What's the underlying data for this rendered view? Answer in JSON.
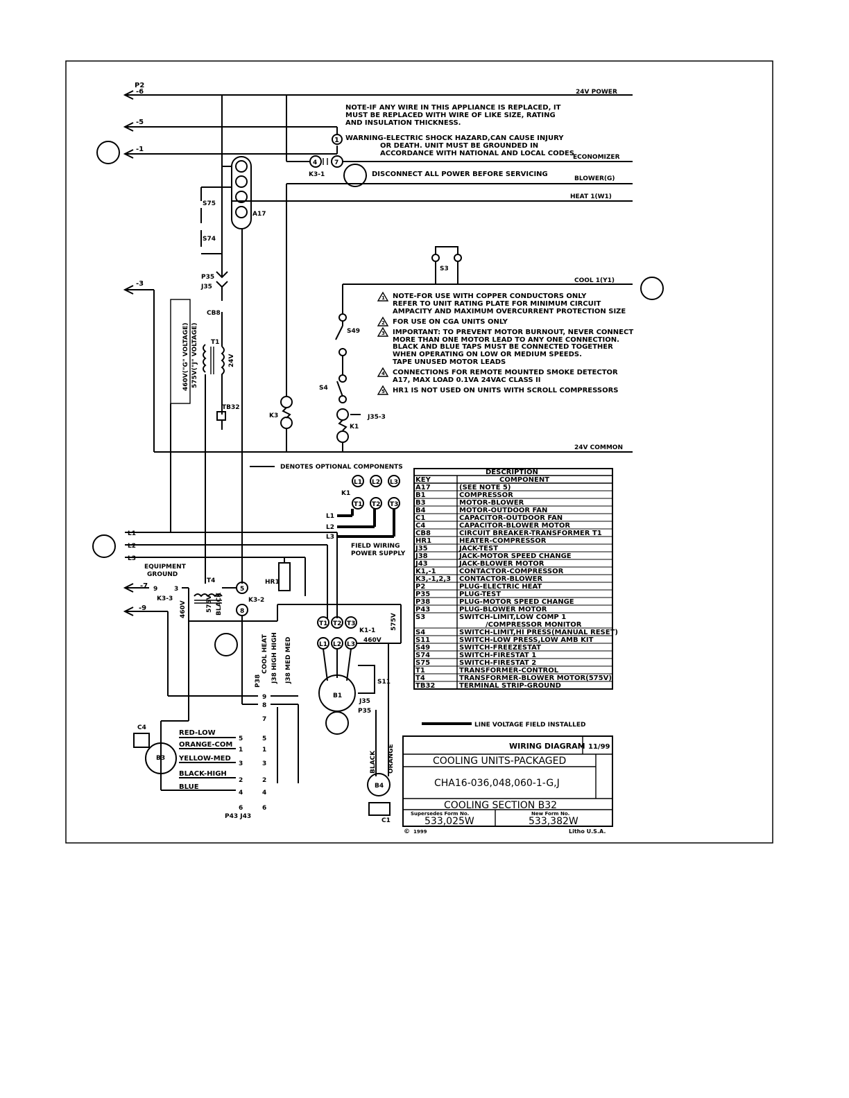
{
  "labels": {
    "p2": "P2",
    "p2_6": "-6",
    "p2_5": "-5",
    "p2_1": "-1",
    "p2_3": "-3",
    "p2_7": "-7",
    "p2_9": "-9",
    "power_24v": "24V POWER",
    "economizer": "ECONOMIZER",
    "blower": "BLOWER(G)",
    "heat1": "HEAT 1(W1)",
    "cool1": "COOL 1(Y1)",
    "common_24v": "24V COMMON",
    "k3_1": "K3-1",
    "k3_1_t4": "4",
    "k3_1_t7": "7",
    "a17": "A17",
    "s75": "S75",
    "s74": "S74",
    "p35": "P35",
    "j35": "J35",
    "cb8": "CB8",
    "t1": "T1",
    "v24": "24V",
    "voltage_460": "460V(\"G\" VOLTAGE)",
    "voltage_575": "575V(\"J\" VOLTAGE)",
    "tb32": "TB32",
    "k3": "K3",
    "s3": "S3",
    "s49": "S49",
    "s4": "S4",
    "k1": "K1",
    "j35_3": "J35-3",
    "optional": "DENOTES OPTIONAL COMPONENTS",
    "l1": "L1",
    "l2": "L2",
    "l3": "L3",
    "equipment_ground": "EQUIPMENT",
    "ground": "GROUND",
    "field_wiring": "FIELD WIRING",
    "power_supply": "POWER SUPPLY",
    "hr1": "HR1",
    "t4": "T4",
    "k3_3": "K3-3",
    "k3_2": "K3-2",
    "t9": "9",
    "t3": "3",
    "t5": "5",
    "t8": "8",
    "v460": "460V",
    "v575": "575V",
    "black": "BLACK",
    "k1_1": "K1-1",
    "v460b": "460V",
    "v575b": "575V",
    "b1": "B1",
    "s11": "S11",
    "j35b": "J35",
    "p35b": "P35",
    "t1c": "T1",
    "t2c": "T2",
    "t3c": "T3",
    "l1c": "L1",
    "l2c": "L2",
    "l3c": "L3",
    "k1b": "K1",
    "cool_heat": "COOL HEAT",
    "j38_high_high": "J38 HIGH HIGH",
    "j38_med_med": "J38 MED MED",
    "p38": "P38",
    "c4": "C4",
    "b3": "B3",
    "red_low": "RED-LOW",
    "orange_com": "ORANGE-COM",
    "yellow_med": "YELLOW-MED",
    "black_high": "BLACK-HIGH",
    "blue": "BLUE",
    "p43_j43": "P43 J43",
    "b4": "B4",
    "c1": "C1",
    "black_wire": "BLACK",
    "orange_wire": "ORANGE",
    "line_voltage": "LINE VOLTAGE FIELD INSTALLED"
  },
  "pins": {
    "p38_9": "9",
    "p38_8": "8",
    "p38_7": "7",
    "p38_5": "5",
    "p38_1": "1",
    "p38_3": "3",
    "p38_2": "2",
    "p38_4": "4",
    "p38_6": "6",
    "j_9": "9",
    "j_8": "8",
    "j_7": "7",
    "j_5": "5",
    "j_1": "1",
    "j_3": "3",
    "j_2": "2",
    "j_4": "4",
    "j_6": "6"
  },
  "notes": {
    "n1_l1": "NOTE-IF ANY WIRE IN THIS APPLIANCE IS REPLACED, IT",
    "n1_l2": "MUST BE REPLACED WITH WIRE OF LIKE SIZE, RATING",
    "n1_l3": "AND INSULATION THICKNESS.",
    "n2_l1": "WARNING-ELECTRIC SHOCK HAZARD,CAN CAUSE INJURY",
    "n2_l2": "OR DEATH. UNIT MUST BE GROUNDED IN",
    "n2_l3": "ACCORDANCE WITH NATIONAL AND LOCAL CODES",
    "n3": "DISCONNECT ALL POWER BEFORE SERVICING",
    "w1_l1": "NOTE-FOR USE WITH COPPER CONDUCTORS ONLY",
    "w1_l2": "REFER TO UNIT RATING PLATE FOR MINIMUM CIRCUIT",
    "w1_l3": "AMPACITY AND MAXIMUM OVERCURRENT PROTECTION SIZE",
    "w2": "FOR USE ON CGA UNITS ONLY",
    "w3_l1": "IMPORTANT: TO PREVENT MOTOR BURNOUT, NEVER CONNECT",
    "w3_l2": "MORE THAN ONE MOTOR LEAD TO ANY ONE CONNECTION.",
    "w3_l3": "BLACK AND BLUE TAPS MUST BE CONNECTED TOGETHER",
    "w3_l4": "WHEN OPERATING ON LOW OR MEDIUM SPEEDS.",
    "w3_l5": "TAPE UNUSED MOTOR LEADS",
    "w4_l1": "CONNECTIONS FOR REMOTE MOUNTED SMOKE DETECTOR",
    "w4_l2": "A17, MAX LOAD 0.1VA 24VAC CLASS II",
    "w5": "HR1 IS NOT USED ON UNITS WITH SCROLL COMPRESSORS"
  },
  "warning_numbers": {
    "n1": "1",
    "n2": "2",
    "n3": "3",
    "n4": "4",
    "n5": "5"
  },
  "component_table": {
    "title": "DESCRIPTION",
    "col_key": "KEY",
    "col_component": "COMPONENT",
    "rows": [
      {
        "key": "A17",
        "component": "(SEE NOTE 5)"
      },
      {
        "key": "B1",
        "component": "COMPRESSOR"
      },
      {
        "key": "B3",
        "component": "MOTOR-BLOWER"
      },
      {
        "key": "B4",
        "component": "MOTOR-OUTDOOR FAN"
      },
      {
        "key": "C1",
        "component": "CAPACITOR-OUTDOOR FAN"
      },
      {
        "key": "C4",
        "component": "CAPACITOR-BLOWER MOTOR"
      },
      {
        "key": "CB8",
        "component": "CIRCUIT BREAKER-TRANSFORMER T1"
      },
      {
        "key": "HR1",
        "component": "HEATER-COMPRESSOR"
      },
      {
        "key": "J35",
        "component": "JACK-TEST"
      },
      {
        "key": "J38",
        "component": "JACK-MOTOR SPEED CHANGE"
      },
      {
        "key": "J43",
        "component": "JACK-BLOWER MOTOR"
      },
      {
        "key": "K1,-1",
        "component": "CONTACTOR-COMPRESSOR"
      },
      {
        "key": "K3,-1,2,3",
        "component": "CONTACTOR-BLOWER"
      },
      {
        "key": "P2",
        "component": "PLUG-ELECTRIC HEAT"
      },
      {
        "key": "P35",
        "component": "PLUG-TEST"
      },
      {
        "key": "P38",
        "component": "PLUG-MOTOR SPEED CHANGE"
      },
      {
        "key": "P43",
        "component": "PLUG-BLOWER MOTOR"
      },
      {
        "key": "S3",
        "component": "SWITCH-LIMIT,LOW COMP 1",
        "component2": "/COMPRESSOR MONITOR"
      },
      {
        "key": "S4",
        "component": "SWITCH-LIMIT,HI PRESS(MANUAL RESET)"
      },
      {
        "key": "S11",
        "component": "SWITCH-LOW PRESS,LOW AMB KIT"
      },
      {
        "key": "S49",
        "component": "SWITCH-FREEZESTAT"
      },
      {
        "key": "S74",
        "component": "SWITCH-FIRESTAT 1"
      },
      {
        "key": "S75",
        "component": "SWITCH-FIRESTAT 2"
      },
      {
        "key": "T1",
        "component": "TRANSFORMER-CONTROL"
      },
      {
        "key": "T4",
        "component": "TRANSFORMER-BLOWER MOTOR(575V)"
      },
      {
        "key": "TB32",
        "component": "TERMINAL STRIP-GROUND"
      }
    ]
  },
  "title_block": {
    "heading": "WIRING DIAGRAM",
    "date": "11/99",
    "line1": "COOLING UNITS-PACKAGED",
    "line2": "CHA16-036,048,060-1-G,J",
    "line3": "COOLING SECTION B32",
    "supersedes_label": "Supersedes Form No.",
    "supersedes_value": "533,025W",
    "new_form_label": "New Form No.",
    "new_form_value": "533,382W",
    "copyright": "©",
    "copyright_year": "1999",
    "litho": "Litho U.S.A."
  }
}
